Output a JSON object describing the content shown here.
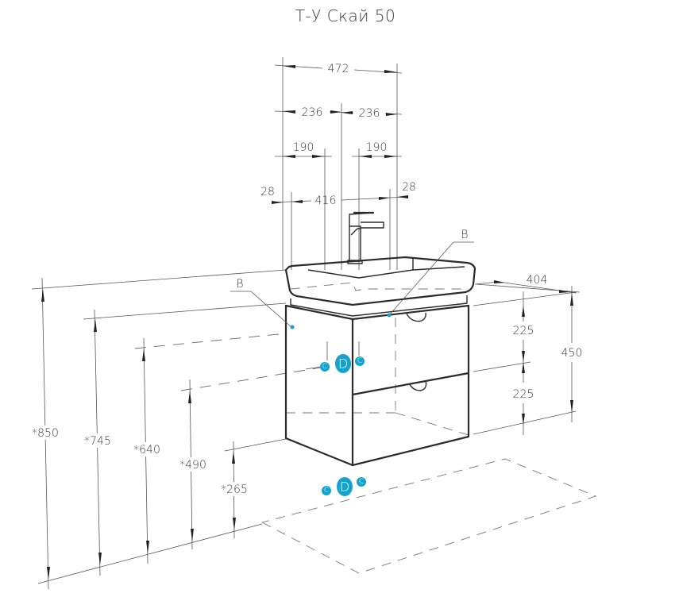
{
  "title": "Т-У Скай 50",
  "colors": {
    "line": "#2b2b2b",
    "dimension_line": "#555555",
    "accent_cyan": "#15a3cc",
    "background": "#ffffff"
  },
  "dimensions": {
    "width_total": "472",
    "half_left": "236",
    "half_right": "236",
    "offset_left": "190",
    "offset_right": "190",
    "margin_left": "28",
    "margin_right": "28",
    "inner_width": "416",
    "depth": "404",
    "drawer_top": "225",
    "drawer_bottom": "225",
    "cabinet_height": "450",
    "height_850": "*850",
    "height_745": "*745",
    "height_640": "*640",
    "height_490": "*490",
    "height_265": "*265"
  },
  "callouts": {
    "label_b_left": "B",
    "label_b_right": "B"
  },
  "markers": {
    "upper": {
      "left": "C",
      "center": "D",
      "right": "C"
    },
    "lower": {
      "left": "C",
      "center": "D",
      "right": "C"
    }
  }
}
